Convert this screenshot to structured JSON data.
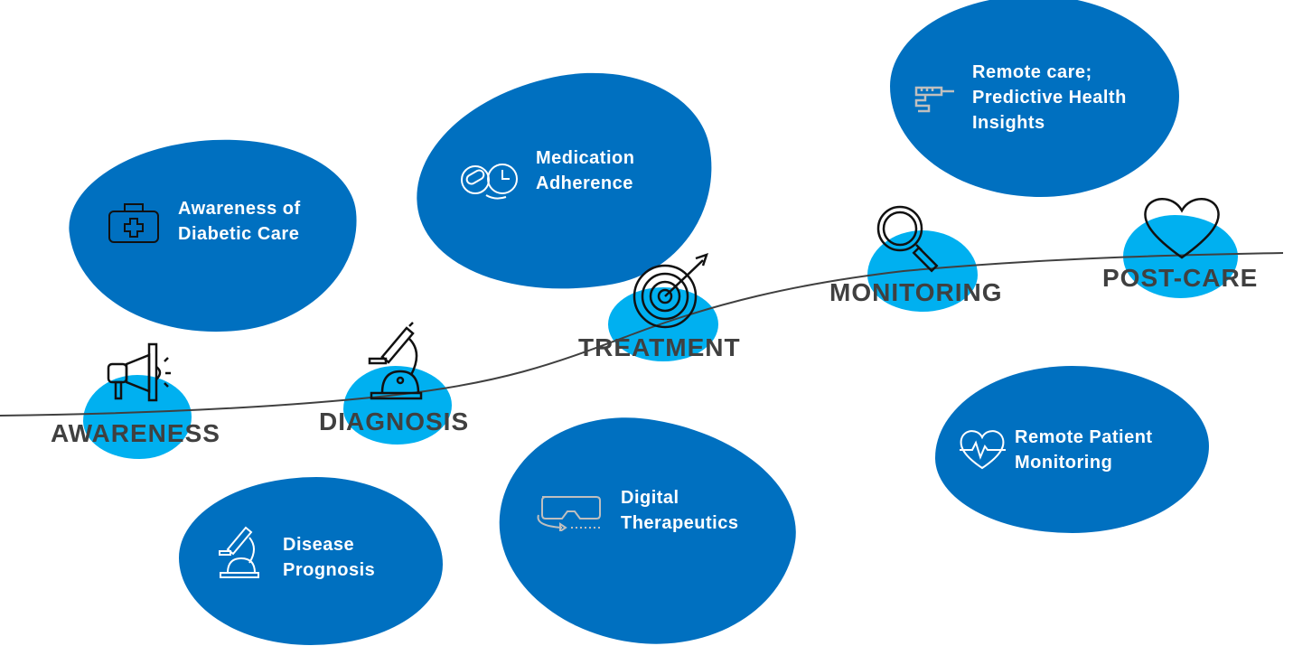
{
  "colors": {
    "dark_blue": "#0070C0",
    "light_blue": "#00B0F0",
    "label": "#404040"
  },
  "stages": [
    {
      "label": "AWARENESS",
      "icon": "megaphone-icon"
    },
    {
      "label": "DIAGNOSIS",
      "icon": "microscope-icon"
    },
    {
      "label": "TREATMENT",
      "icon": "target-icon"
    },
    {
      "label": "MONITORING",
      "icon": "magnifier-icon"
    },
    {
      "label": "POST-CARE",
      "icon": "heart-icon"
    }
  ],
  "cards": [
    {
      "line1": "Awareness of",
      "line2": "Diabetic Care",
      "icon": "medical-kit-icon"
    },
    {
      "line1": "Medication",
      "line2": "Adherence",
      "icon": "pills-clock-icon"
    },
    {
      "line1": "Remote care;",
      "line2": "Predictive Health",
      "line3": "Insights",
      "icon": "syringe-icon"
    },
    {
      "line1": "Disease",
      "line2": "Prognosis",
      "icon": "microscope-icon"
    },
    {
      "line1": "Digital",
      "line2": "Therapeutics",
      "icon": "vr-headset-icon"
    },
    {
      "line1": "Remote Patient",
      "line2": "Monitoring",
      "icon": "heartbeat-icon"
    }
  ]
}
